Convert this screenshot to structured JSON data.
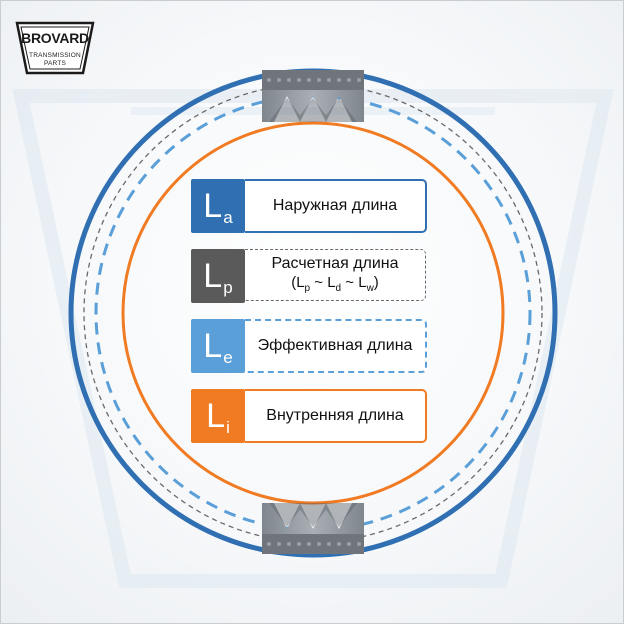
{
  "logo": {
    "brand": "BROVARD",
    "line1": "TRANSMISSION",
    "line2": "PARTS"
  },
  "colors": {
    "outer": "#2f6fb2",
    "pitch": "#6a6a6a",
    "effective": "#5b9fd8",
    "inner": "#f07b22",
    "pulley": "#8e959c"
  },
  "legend": [
    {
      "symbol": "L",
      "sub": "a",
      "label": "Наружная длина"
    },
    {
      "symbol": "L",
      "sub": "p",
      "label": "Расчетная длина",
      "formula": {
        "open": "(",
        "L1": "L",
        "s1": "p",
        "sep1": " ~ ",
        "L2": "L",
        "s2": "d",
        "sep2": " ~ ",
        "L3": "L",
        "s3": "w",
        "close": ")"
      }
    },
    {
      "symbol": "L",
      "sub": "e",
      "label": "Эффективная длина"
    },
    {
      "symbol": "L",
      "sub": "i",
      "label": "Внутренняя длина"
    }
  ]
}
